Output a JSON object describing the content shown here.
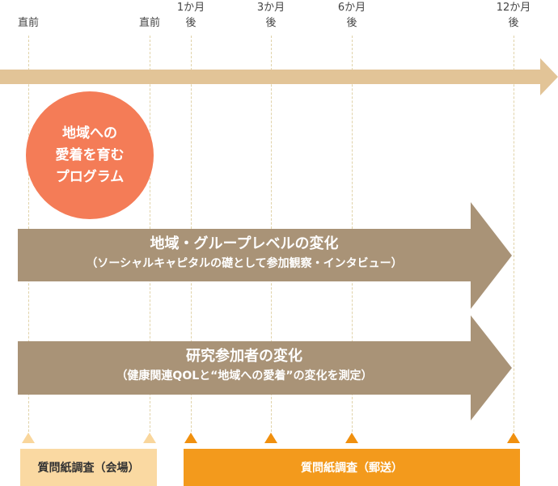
{
  "timeline": {
    "points": [
      {
        "label_line1": "",
        "label_line2": "直前"
      },
      {
        "label_line1": "",
        "label_line2": "直前"
      },
      {
        "label_line1": "1か月",
        "label_line2": "後"
      },
      {
        "label_line1": "3か月",
        "label_line2": "後"
      },
      {
        "label_line1": "6か月",
        "label_line2": "後"
      },
      {
        "label_line1": "12か月",
        "label_line2": "後"
      }
    ]
  },
  "program": {
    "label": "地域への\n愛着を育む\nプログラム"
  },
  "arrows": [
    {
      "title": "地域・グループレベルの変化",
      "subtitle": "（ソーシャルキャピタルの礎として参加観察・インタビュー）"
    },
    {
      "title": "研究参加者の変化",
      "subtitle": "（健康関連QOLと“地域への愛着”の変化を測定）"
    }
  ],
  "surveys": [
    {
      "label": "質問紙調査（会場）"
    },
    {
      "label": "質問紙調査（郵送）"
    }
  ],
  "colors": {
    "timeline_arrow": "#e2c497",
    "program_circle": "#f47c57",
    "big_arrow": "#a99377",
    "venue_survey": "#fad9a2",
    "venue_marker": "#f9d69c",
    "mail_survey": "#f39a1c",
    "mail_marker": "#f0900f"
  }
}
